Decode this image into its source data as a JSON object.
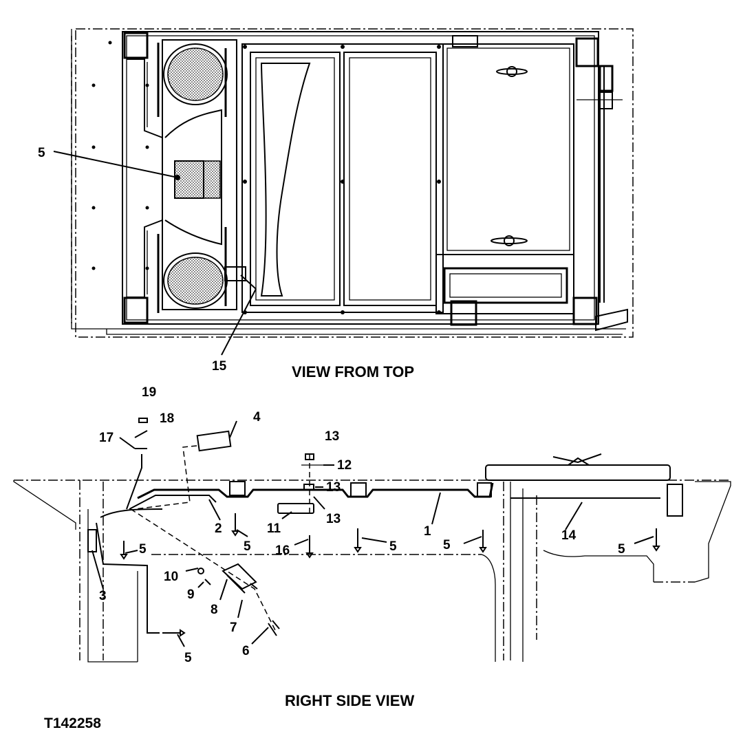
{
  "views": {
    "top_title": "VIEW FROM TOP",
    "side_title": "RIGHT SIDE VIEW"
  },
  "figure_id": "T142258",
  "callouts": {
    "top_5": "5",
    "top_15": "15",
    "c19": "19",
    "c18": "18",
    "c17": "17",
    "c4": "4",
    "c13a": "13",
    "c12": "12",
    "c13b": "13",
    "c13c": "13",
    "c11": "11",
    "c16": "16",
    "c2": "2",
    "c1": "1",
    "c14": "14",
    "c5_a": "5",
    "c5_b": "5",
    "c5_c": "5",
    "c5_d": "5",
    "c5_e": "5",
    "c5_f": "5",
    "c10": "10",
    "c9": "9",
    "c8": "8",
    "c7": "7",
    "c6": "6",
    "c3": "3"
  }
}
